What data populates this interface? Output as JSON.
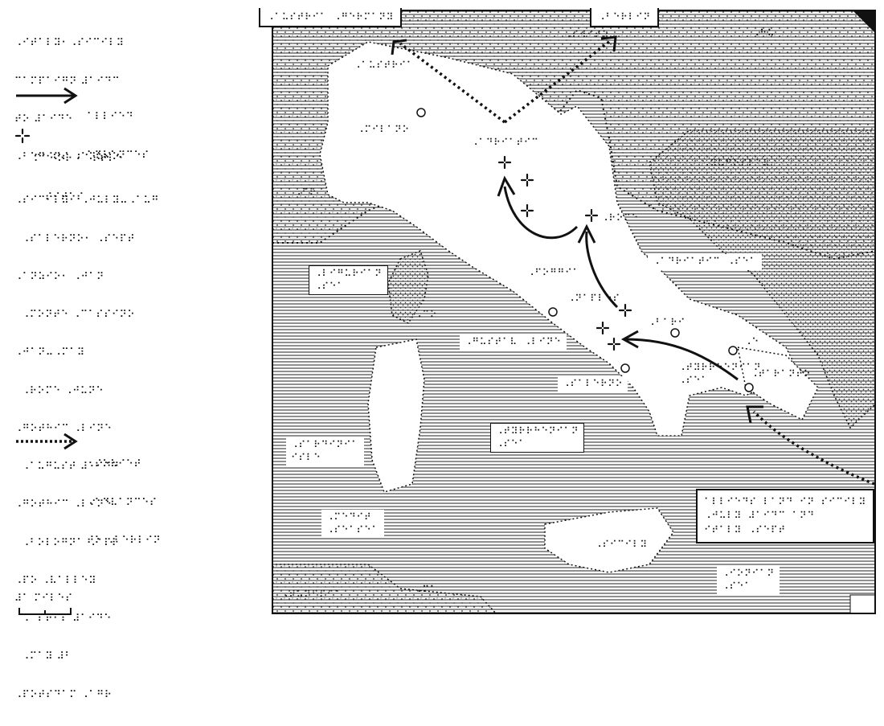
{
  "legend": {
    "title_lines": [
      "⠠⠊⠞⠁⠇⠽⠂⠠⠎⠊⠉⠊⠇⠽",
      "⠉⠁⠍⠏⠁⠊⠛⠝ ⠼⠁⠊⠙⠉",
      "⠞⠕ ⠼⠁⠊⠙⠑",
      "⠠⠃⠑⠛⠊⠝⠎ ⠠⠁⠝⠵⠊⠕"
    ],
    "solid_arrow_lines": [
      "⠁⠇⠇⠊⠑⠙",
      "⠁⠙⠧⠁⠝⠉⠑⠎"
    ],
    "cross_marker_lines": [
      "⠍⠁⠚⠕⠗ ⠃⠁⠞⠞⠇⠑",
      "⠎⠊⠞⠑⠎"
    ],
    "battle_lines": [
      "⠠⠎⠊⠉⠊⠇⠽⠂ ⠠⠚⠥⠇⠽⠤⠠⠁⠥⠛",
      "  ⠠⠎⠁⠇⠑⠗⠝⠕⠂ ⠠⠎⠑⠏⠞",
      "⠠⠁⠝⠵⠊⠕⠂ ⠠⠚⠁⠝",
      "  ⠠⠍⠕⠝⠞⠑ ⠠⠉⠁⠎⠎⠊⠝⠕",
      "⠠⠚⠁⠝⠤⠠⠍⠁⠽",
      "  ⠠⠗⠕⠍⠑ ⠠⠚⠥⠝⠑",
      "⠠⠛⠕⠞⠓⠊⠉ ⠠⠇⠊⠝⠑",
      "  ⠠⠁⠥⠛⠥⠎⠞ ⠼⠁⠊⠙⠙",
      "⠠⠛⠕⠞⠓⠊⠉ ⠠⠇⠊⠝⠑",
      "  ⠠⠃⠕⠇⠕⠛⠝⠁ ⠠⠁⠏⠗",
      "⠠⠏⠕ ⠠⠧⠁⠇⠇⠑⠽",
      "  ⠠⠁⠏⠗⠊⠇ ⠼⠁⠊⠙⠑",
      "  ⠠⠍⠁⠽ ⠼⠃",
      "⠠⠏⠕⠞⠎⠙⠁⠍ ⠠⠁⠛⠗"
    ],
    "dotted_arrow_lines": [
      "⠠⠎⠕⠧⠊⠑⠞",
      "⠠⠁⠙⠧⠁⠝⠉⠑⠎",
      "⠞⠕ ⠠⠃⠑⠗⠇⠊⠝"
    ],
    "scale_text": "⠼⠁ ⠍⠊⠇⠑⠎"
  },
  "map": {
    "tabs": {
      "left": "⠠⠁⠥⠎⠞⠗⠊⠁ ⠠⠛⠑⠗⠍⠁⠝⠽",
      "right": "⠠⠃⠑⠗⠇⠊⠝"
    },
    "labels": [
      {
        "id": "switzerland",
        "text": "⠠⠎⠺⠊⠞⠵"
      },
      {
        "id": "bologna-sea",
        "text": "⠠⠁⠙⠗⠊⠁⠞⠊⠉"
      },
      {
        "id": "adriatic-box",
        "text": "⠠⠁⠙⠗⠊⠁⠞⠊⠉ ⠠⠎⠑⠁"
      },
      {
        "id": "north-italy",
        "text": "⠠⠍⠊⠇⠁⠝⠕"
      },
      {
        "id": "rome",
        "text": "⠠⠗⠕⠍⠑"
      },
      {
        "id": "gustav",
        "text": "⠠⠛⠥⠎⠞⠁⠧ ⠠⠇⠊⠝⠑"
      },
      {
        "id": "ligurian",
        "text": "⠠⠇⠊⠛⠥⠗⠊⠁⠝\n⠠⠎⠑⠁"
      },
      {
        "id": "tyrrhenian-n",
        "text": "⠠⠞⠽⠗⠗⠓⠑⠝⠊⠁⠝\n⠠⠎⠑⠁"
      },
      {
        "id": "tyrrhenian-s",
        "text": "⠠⠞⠽⠗⠗⠓⠑⠝⠊⠁⠝\n⠠⠎⠑⠁"
      },
      {
        "id": "salerno",
        "text": "⠠⠎⠁⠇⠑⠗⠝⠕"
      },
      {
        "id": "naples",
        "text": "⠠⠝⠁⠏⠇⠑⠎"
      },
      {
        "id": "sardinia",
        "text": "⠠⠎⠁⠗⠙⠊⠝⠊⠁\n⠊⠎⠇⠑"
      },
      {
        "id": "med-sea",
        "text": "⠠⠍⠑⠙⠊⠞\n⠠⠎⠑⠁⠎⠑⠁"
      },
      {
        "id": "sicily",
        "text": "⠠⠎⠊⠉⠊⠇⠽"
      },
      {
        "id": "taranto",
        "text": "⠠⠞⠁⠗⠁⠝⠞⠕"
      },
      {
        "id": "foggia",
        "text": "⠠⠋⠕⠛⠛⠊⠁"
      },
      {
        "id": "bari",
        "text": "⠠⠃⠁⠗⠊"
      },
      {
        "id": "ionian",
        "text": "⠠⠊⠕⠝⠊⠁⠝\n⠠⠎⠑⠁"
      },
      {
        "id": "tunisia",
        "text": "⠠⠞⠥⠝⠊⠎⠊⠁"
      },
      {
        "id": "malta",
        "text": "⠠⠍⠁"
      },
      {
        "id": "yugoslavia",
        "text": "⠠⠽⠥⠛⠕⠎⠇⠁⠧"
      },
      {
        "id": "france",
        "text": "⠠⠋⠗"
      },
      {
        "id": "austria-n",
        "text": "⠠⠁⠥⠎⠞⠗⠊⠁"
      },
      {
        "id": "corsica-mark",
        "text": "⠠⠉⠕"
      },
      {
        "id": "e-corner",
        "text": "⠠⠑"
      },
      {
        "id": "ne-corner",
        "text": "⠠⠓⠥"
      }
    ],
    "note": "⠁⠇⠇⠊⠑⠙⠎ ⠇⠁⠝⠙ ⠊⠝ ⠎⠊⠉⠊⠇⠽\n⠠⠚⠥⠇⠽ ⠼⠁⠊⠙⠉ ⠁⠝⠙\n⠊⠞⠁⠇⠽ ⠠⠎⠑⠏⠞"
  }
}
